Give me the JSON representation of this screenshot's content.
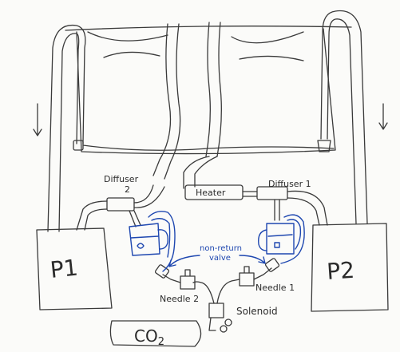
{
  "labels": {
    "p1": "P1",
    "p2": "P2",
    "diffuser2": "Diffuser",
    "diffuser2_num": "2",
    "diffuser1": "Diffuser 1",
    "heater": "Heater",
    "non_return_valve_line1": "non-return",
    "non_return_valve_line2": "valve",
    "needle2": "Needle 2",
    "needle1": "Needle 1",
    "solenoid": "Solenoid",
    "co2": "CO",
    "co2_sub": "2"
  },
  "colors": {
    "ink": "#3a3a3a",
    "blue_ink": "#1e47b0",
    "paper": "#fbfbf9"
  }
}
